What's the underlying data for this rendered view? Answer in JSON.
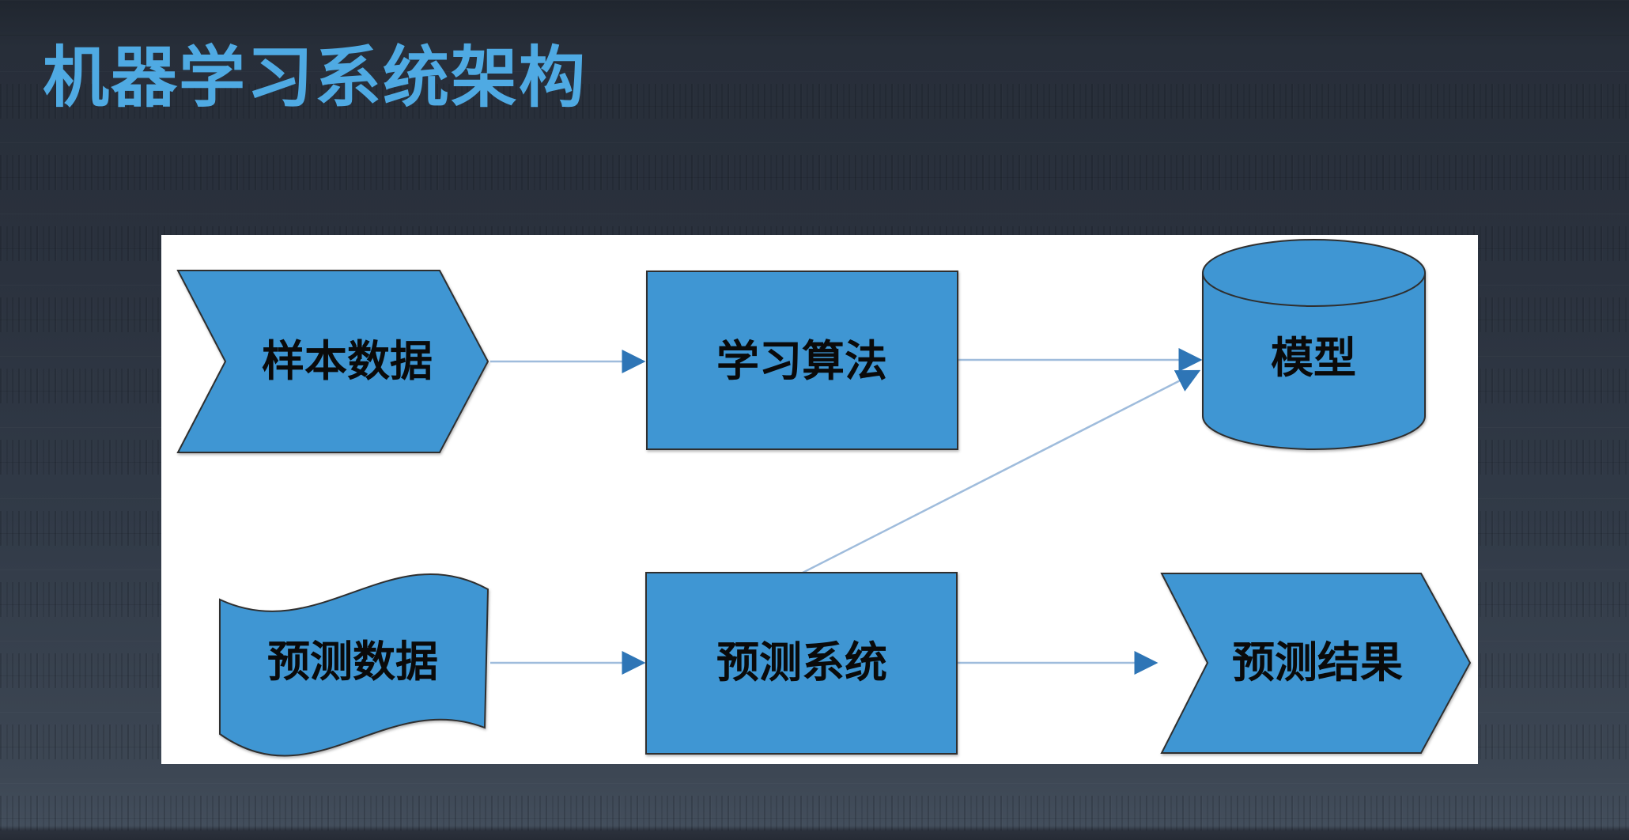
{
  "slide": {
    "title": "机器学习系统架构",
    "title_color": "#4FAAE3",
    "background_color": "#2A313D"
  },
  "diagram": {
    "panel_background": "#FFFFFF",
    "node_fill": "#3F96D3",
    "node_border": "#2F2F2F",
    "label_color": "#0A0A0A",
    "connector_line_color": "#9FBCDC",
    "connector_head_color": "#2E75B6",
    "nodes": [
      {
        "id": "sample-data",
        "label": "样本数据",
        "shape": "chevron-banner",
        "row": "top"
      },
      {
        "id": "learning-algorithm",
        "label": "学习算法",
        "shape": "rectangle",
        "row": "top"
      },
      {
        "id": "model",
        "label": "模型",
        "shape": "database-cylinder",
        "row": "top"
      },
      {
        "id": "prediction-data",
        "label": "预测数据",
        "shape": "wave-flag",
        "row": "bottom"
      },
      {
        "id": "prediction-system",
        "label": "预测系统",
        "shape": "rectangle",
        "row": "bottom"
      },
      {
        "id": "prediction-result",
        "label": "预测结果",
        "shape": "chevron-arrow",
        "row": "bottom"
      }
    ],
    "edges": [
      {
        "from": "sample-data",
        "to": "learning-algorithm"
      },
      {
        "from": "learning-algorithm",
        "to": "model"
      },
      {
        "from": "prediction-data",
        "to": "prediction-system"
      },
      {
        "from": "prediction-system",
        "to": "prediction-result"
      },
      {
        "from": "prediction-system",
        "to": "model"
      }
    ]
  }
}
